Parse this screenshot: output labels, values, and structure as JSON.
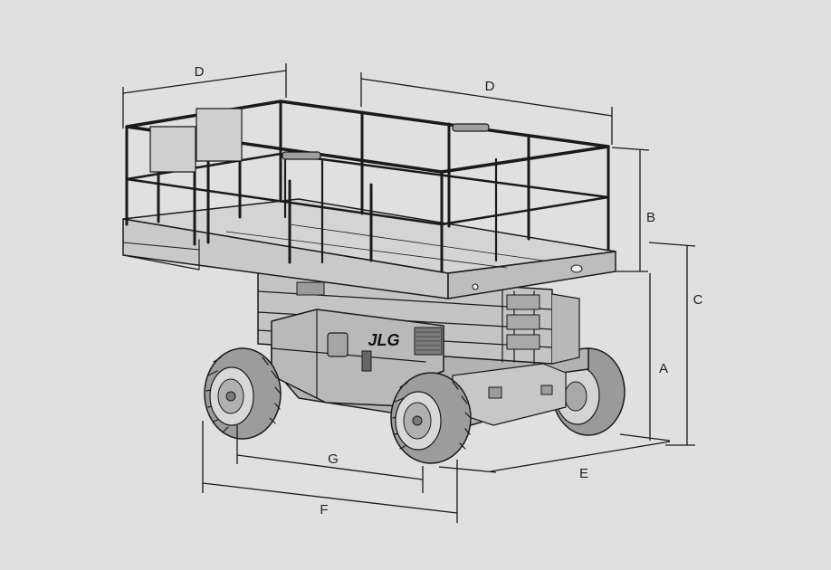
{
  "diagram": {
    "labels": {
      "A": "A",
      "B": "B",
      "C": "C",
      "D_left": "D",
      "D_right": "D",
      "E": "E",
      "F": "F",
      "G": "G"
    },
    "logo_text": "JLG",
    "colors": {
      "background": "#e0e0e0",
      "line": "#1a1a1a",
      "body_fill": "#bdbdbd",
      "deck_fill": "#d6d6d6",
      "tire_fill": "#9a9a9a",
      "rim_fill": "#d8d8d8"
    }
  }
}
